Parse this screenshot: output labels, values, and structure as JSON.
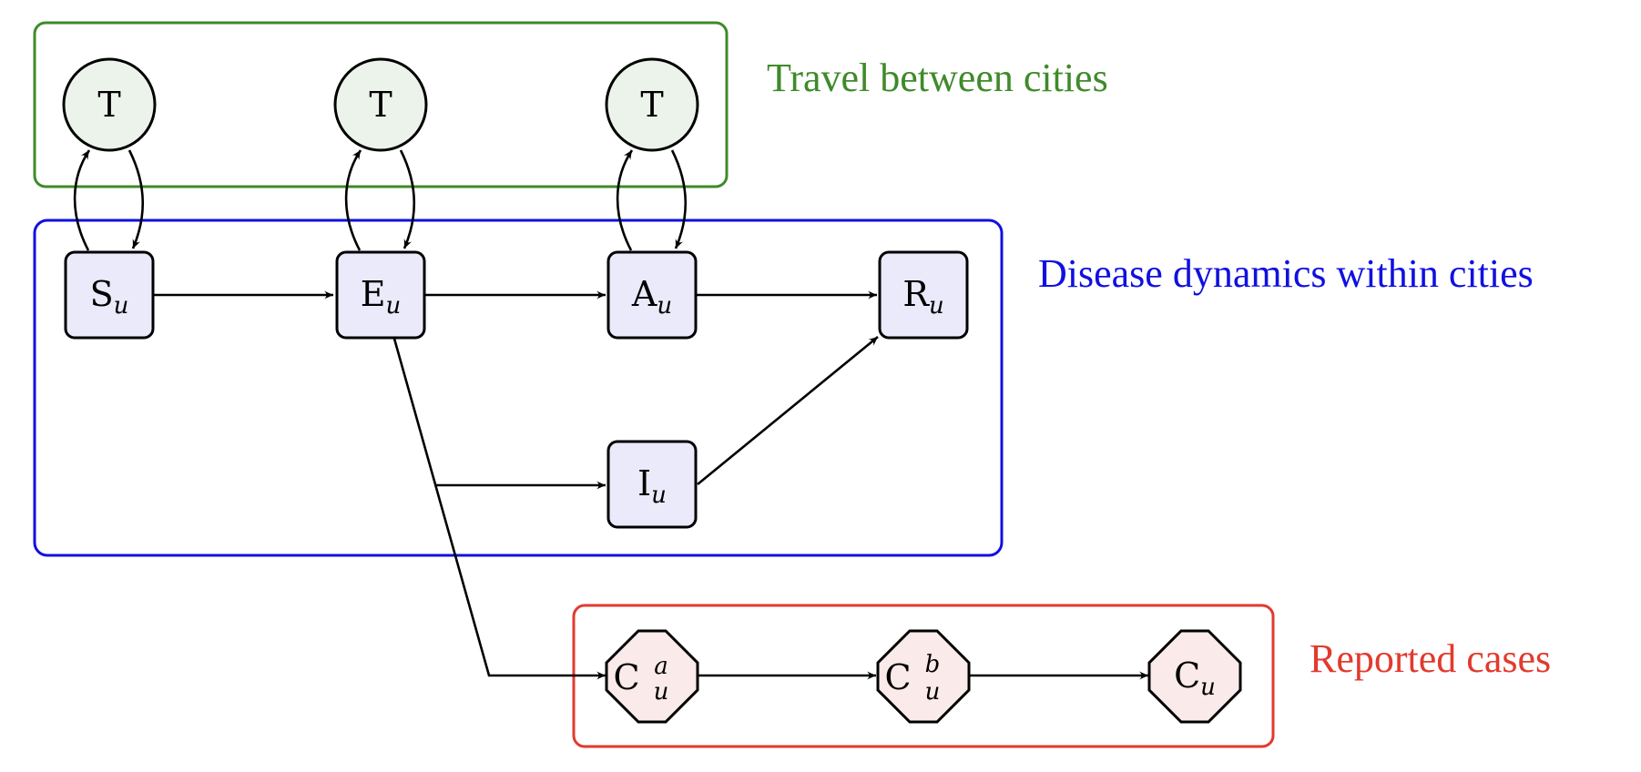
{
  "colors": {
    "travel": "#3f8a2a",
    "disease": "#1010e0",
    "reported": "#e23a2e",
    "travel_fill": "#ebf3ea",
    "disease_fill": "#eaeafb",
    "reported_fill": "#fbeaea"
  },
  "groups": {
    "travel": {
      "title": "Travel between cities"
    },
    "disease": {
      "title": "Disease dynamics within cities"
    },
    "reported": {
      "title": "Reported cases"
    }
  },
  "nodes": {
    "t1": {
      "label": "T"
    },
    "t2": {
      "label": "T"
    },
    "t3": {
      "label": "T"
    },
    "s": {
      "label": "S",
      "sub": "u"
    },
    "e": {
      "label": "E",
      "sub": "u"
    },
    "a": {
      "label": "A",
      "sub": "u"
    },
    "r": {
      "label": "R",
      "sub": "u"
    },
    "i": {
      "label": "I",
      "sub": "u"
    },
    "ca": {
      "label": "C",
      "sub": "u",
      "sup": "a"
    },
    "cb": {
      "label": "C",
      "sub": "u",
      "sup": "b"
    },
    "c": {
      "label": "C",
      "sub": "u"
    }
  },
  "edges": [
    {
      "from": "s",
      "to": "e"
    },
    {
      "from": "e",
      "to": "a"
    },
    {
      "from": "a",
      "to": "r"
    },
    {
      "from": "e",
      "to": "i"
    },
    {
      "from": "i",
      "to": "r"
    },
    {
      "from": "e",
      "to": "ca"
    },
    {
      "from": "ca",
      "to": "cb"
    },
    {
      "from": "cb",
      "to": "c"
    },
    {
      "from": "s",
      "to": "t1"
    },
    {
      "from": "t1",
      "to": "s"
    },
    {
      "from": "e",
      "to": "t2"
    },
    {
      "from": "t2",
      "to": "e"
    },
    {
      "from": "a",
      "to": "t3"
    },
    {
      "from": "t3",
      "to": "a"
    }
  ]
}
